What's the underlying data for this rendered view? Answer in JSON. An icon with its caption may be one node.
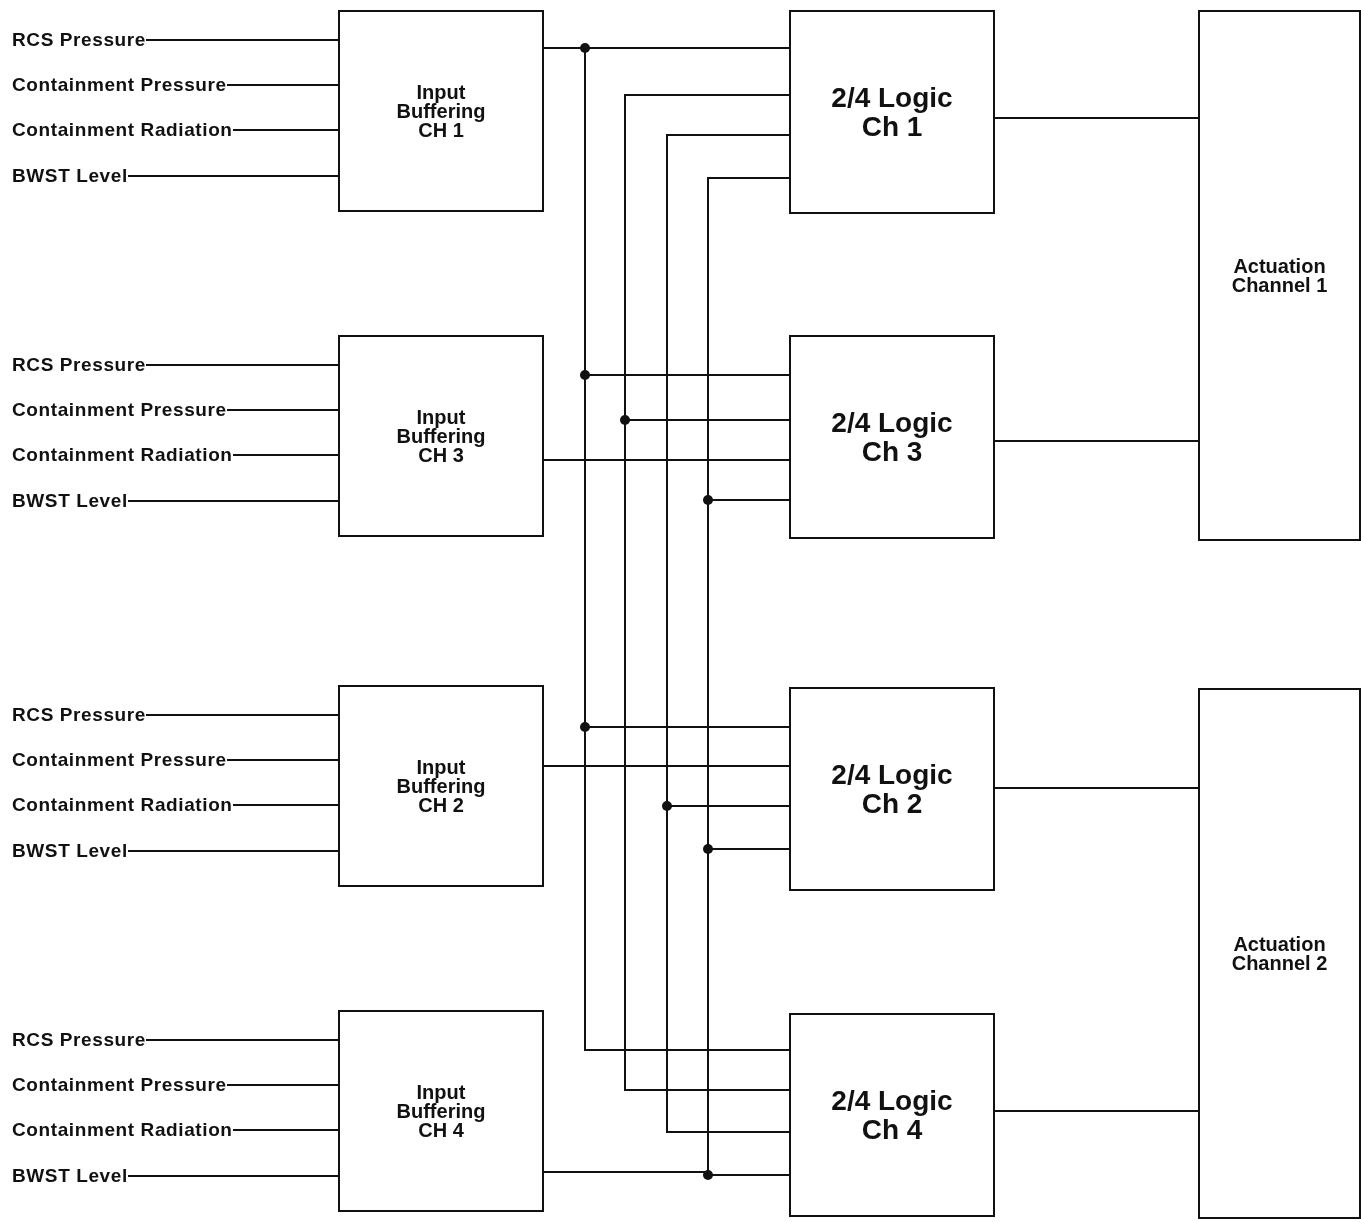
{
  "diagram": {
    "nodes": [
      {
        "text": [
          "RCS Pressure"
        ]
      },
      {
        "text": [
          "Containment Pressure"
        ]
      },
      {
        "text": [
          "Containment Radiation"
        ]
      },
      {
        "text": [
          "BWST Level"
        ]
      },
      {
        "text": [
          "Input Buffering CH 1"
        ]
      },
      {
        "text": [
          "2/4 Logic Ch 1"
        ]
      },
      {
        "text": [
          "Actuation Channel 1"
        ]
      },
      {
        "text": [
          "RCS Pressure"
        ]
      },
      {
        "text": [
          "Containment Pressure"
        ]
      },
      {
        "text": [
          "Containment Radiation"
        ]
      },
      {
        "text": [
          "BWST Level"
        ]
      },
      {
        "text": [
          "Input Buffering CH 3"
        ]
      },
      {
        "text": [
          "2/4 Logic Ch 3"
        ]
      },
      {
        "text": [
          "RCS Pressure"
        ]
      },
      {
        "text": [
          "Containment Pressure"
        ]
      },
      {
        "text": [
          "Containment Radiation"
        ]
      },
      {
        "text": [
          "BWST Level"
        ]
      },
      {
        "text": [
          "Input Buffering CH 2"
        ]
      },
      {
        "text": [
          "2/4 Logic Ch 2"
        ]
      },
      {
        "text": [
          "Actuation Channel 2"
        ]
      },
      {
        "text": [
          "RCS Pressure"
        ]
      },
      {
        "text": [
          "Containment Pressure"
        ]
      },
      {
        "text": [
          "Containment Radiation"
        ]
      },
      {
        "text": [
          "BWST Level"
        ]
      },
      {
        "text": [
          "Input Buffering CH 4"
        ]
      },
      {
        "text": [
          "2/4 Logic Ch 4"
        ]
      }
    ],
    "edges": [
      {
        "from": 0,
        "to": 4,
        "arrow": "none"
      },
      {
        "from": 1,
        "to": 4,
        "arrow": "none"
      },
      {
        "from": 2,
        "to": 4,
        "arrow": "none"
      },
      {
        "from": 3,
        "to": 4,
        "arrow": "none"
      },
      {
        "from": 7,
        "to": 11,
        "arrow": "none"
      },
      {
        "from": 8,
        "to": 11,
        "arrow": "none"
      },
      {
        "from": 9,
        "to": 11,
        "arrow": "none"
      },
      {
        "from": 10,
        "to": 11,
        "arrow": "none"
      },
      {
        "from": 13,
        "to": 17,
        "arrow": "none"
      },
      {
        "from": 14,
        "to": 17,
        "arrow": "none"
      },
      {
        "from": 15,
        "to": 17,
        "arrow": "none"
      },
      {
        "from": 16,
        "to": 17,
        "arrow": "none"
      },
      {
        "from": 20,
        "to": 24,
        "arrow": "none"
      },
      {
        "from": 21,
        "to": 24,
        "arrow": "none"
      },
      {
        "from": 22,
        "to": 24,
        "arrow": "none"
      },
      {
        "from": 23,
        "to": 24,
        "arrow": "none"
      },
      {
        "from": 4,
        "to": 5,
        "arrow": "none"
      },
      {
        "from": 4,
        "to": 12,
        "arrow": "none"
      },
      {
        "from": 4,
        "to": 18,
        "arrow": "none"
      },
      {
        "from": 4,
        "to": 25,
        "arrow": "none"
      },
      {
        "from": 17,
        "to": 5,
        "arrow": "none"
      },
      {
        "from": 17,
        "to": 12,
        "arrow": "none"
      },
      {
        "from": 17,
        "to": 18,
        "arrow": "none"
      },
      {
        "from": 17,
        "to": 25,
        "arrow": "none"
      },
      {
        "from": 11,
        "to": 5,
        "arrow": "none"
      },
      {
        "from": 11,
        "to": 12,
        "arrow": "none"
      },
      {
        "from": 11,
        "to": 18,
        "arrow": "none"
      },
      {
        "from": 11,
        "to": 25,
        "arrow": "none"
      },
      {
        "from": 24,
        "to": 5,
        "arrow": "none"
      },
      {
        "from": 24,
        "to": 12,
        "arrow": "none"
      },
      {
        "from": 24,
        "to": 18,
        "arrow": "none"
      },
      {
        "from": 24,
        "to": 25,
        "arrow": "none"
      },
      {
        "from": 5,
        "to": 6,
        "arrow": "none"
      },
      {
        "from": 12,
        "to": 6,
        "arrow": "none"
      },
      {
        "from": 18,
        "to": 19,
        "arrow": "none"
      },
      {
        "from": 25,
        "to": 19,
        "arrow": "none"
      }
    ]
  }
}
